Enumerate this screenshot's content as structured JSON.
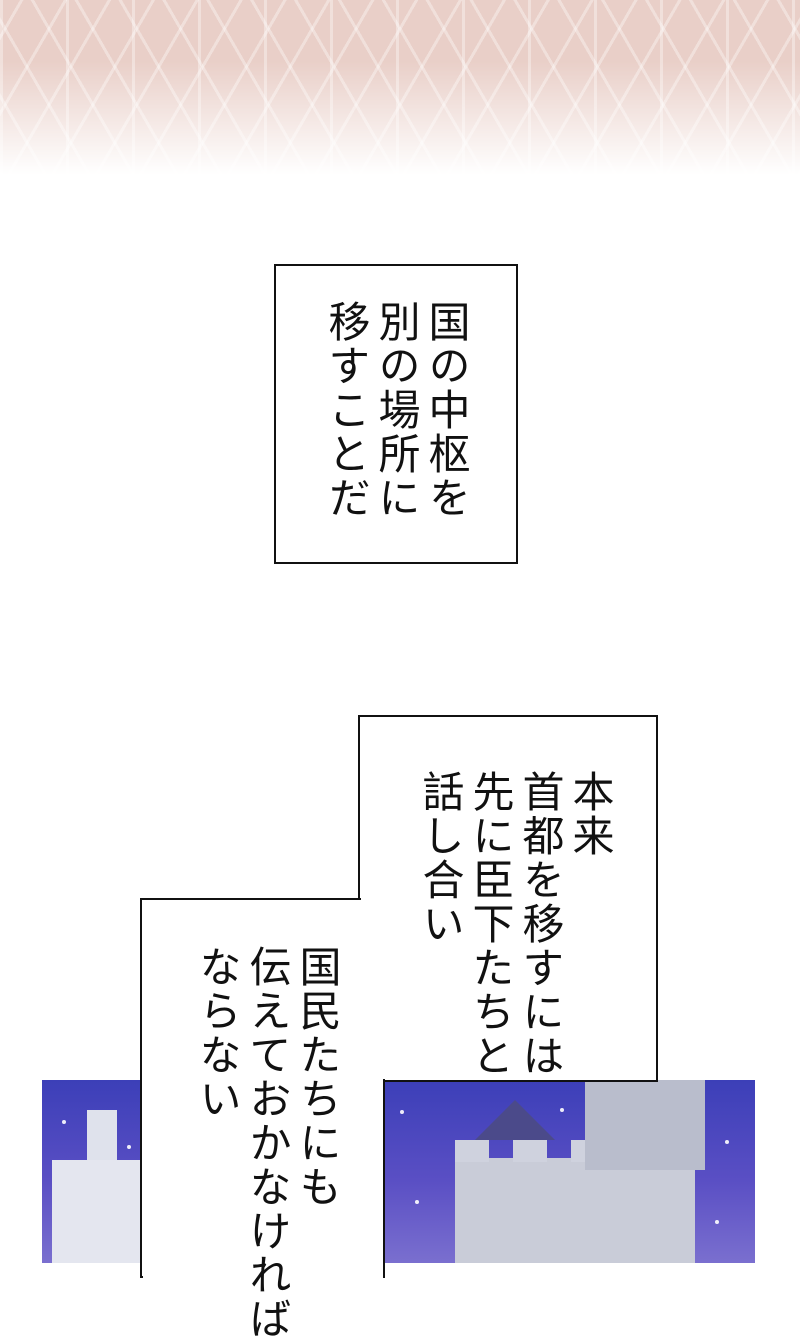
{
  "panel_top": {
    "columns": [
      "国の中枢を",
      "別の場所に",
      "移すことだ"
    ]
  },
  "panel_bottom_right": {
    "columns": [
      "本来",
      "首都を移すには",
      "先に臣下たちと",
      "話し合い"
    ]
  },
  "panel_bottom_left": {
    "columns": [
      "国民たちにも",
      "伝えておかなければ",
      "ならない"
    ]
  },
  "colors": {
    "pattern": "#e9cfc8",
    "sky": "#3c3fb8",
    "castle": "#cfd2de",
    "border": "#111111"
  },
  "icons": [
    "castle-illustration",
    "snowflakes",
    "brick-wall-pattern"
  ]
}
